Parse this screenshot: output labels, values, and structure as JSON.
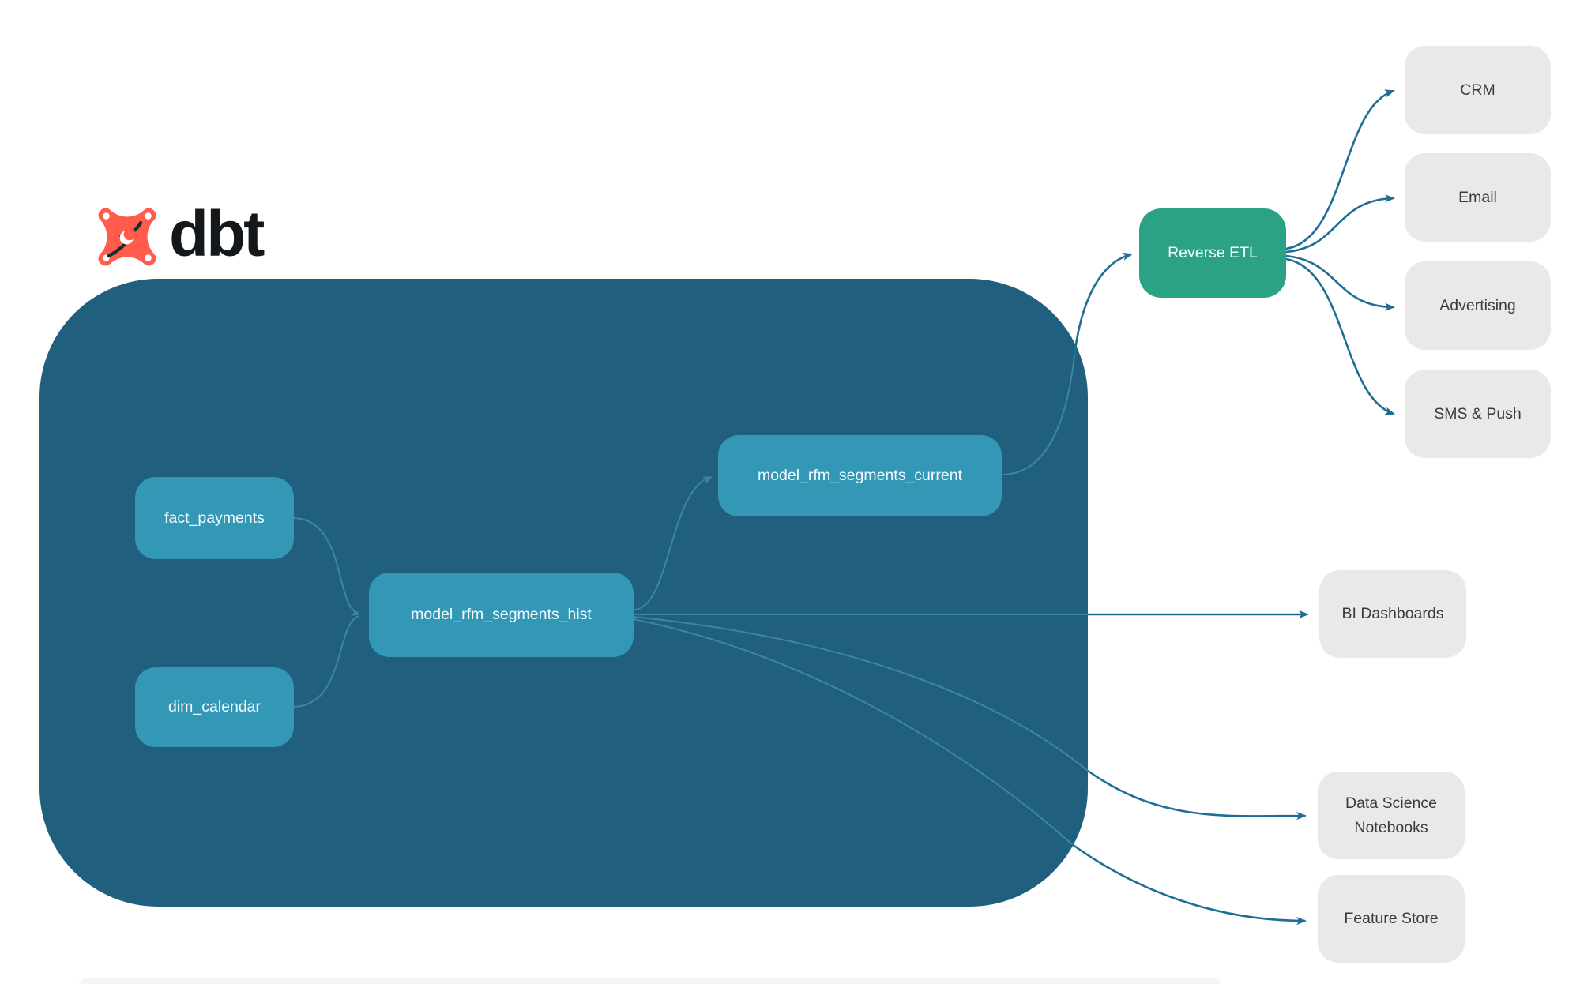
{
  "brand": {
    "name": "dbt",
    "logo_icon": "dbt-star-icon"
  },
  "nodes": {
    "fact_payments": "fact_payments",
    "dim_calendar": "dim_calendar",
    "model_hist": "model_rfm_segments_hist",
    "model_current": "model_rfm_segments_current",
    "reverse_etl": "Reverse ETL",
    "crm": "CRM",
    "email": "Email",
    "advertising": "Advertising",
    "sms_push": "SMS & Push",
    "bi_dashboards": "BI Dashboards",
    "data_science_notebooks": "Data Science Notebooks",
    "feature_store": "Feature Store"
  },
  "colors": {
    "warehouse_container": "#205F7E",
    "model_node": "#3397B6",
    "reverse_etl_node": "#2BA284",
    "destination_node": "#E9E9E9",
    "arrow_inside": "#3E85A4",
    "arrow_outside": "#1E6E94",
    "logo_orange": "#FF5C4C",
    "logo_text": "#15181b"
  }
}
